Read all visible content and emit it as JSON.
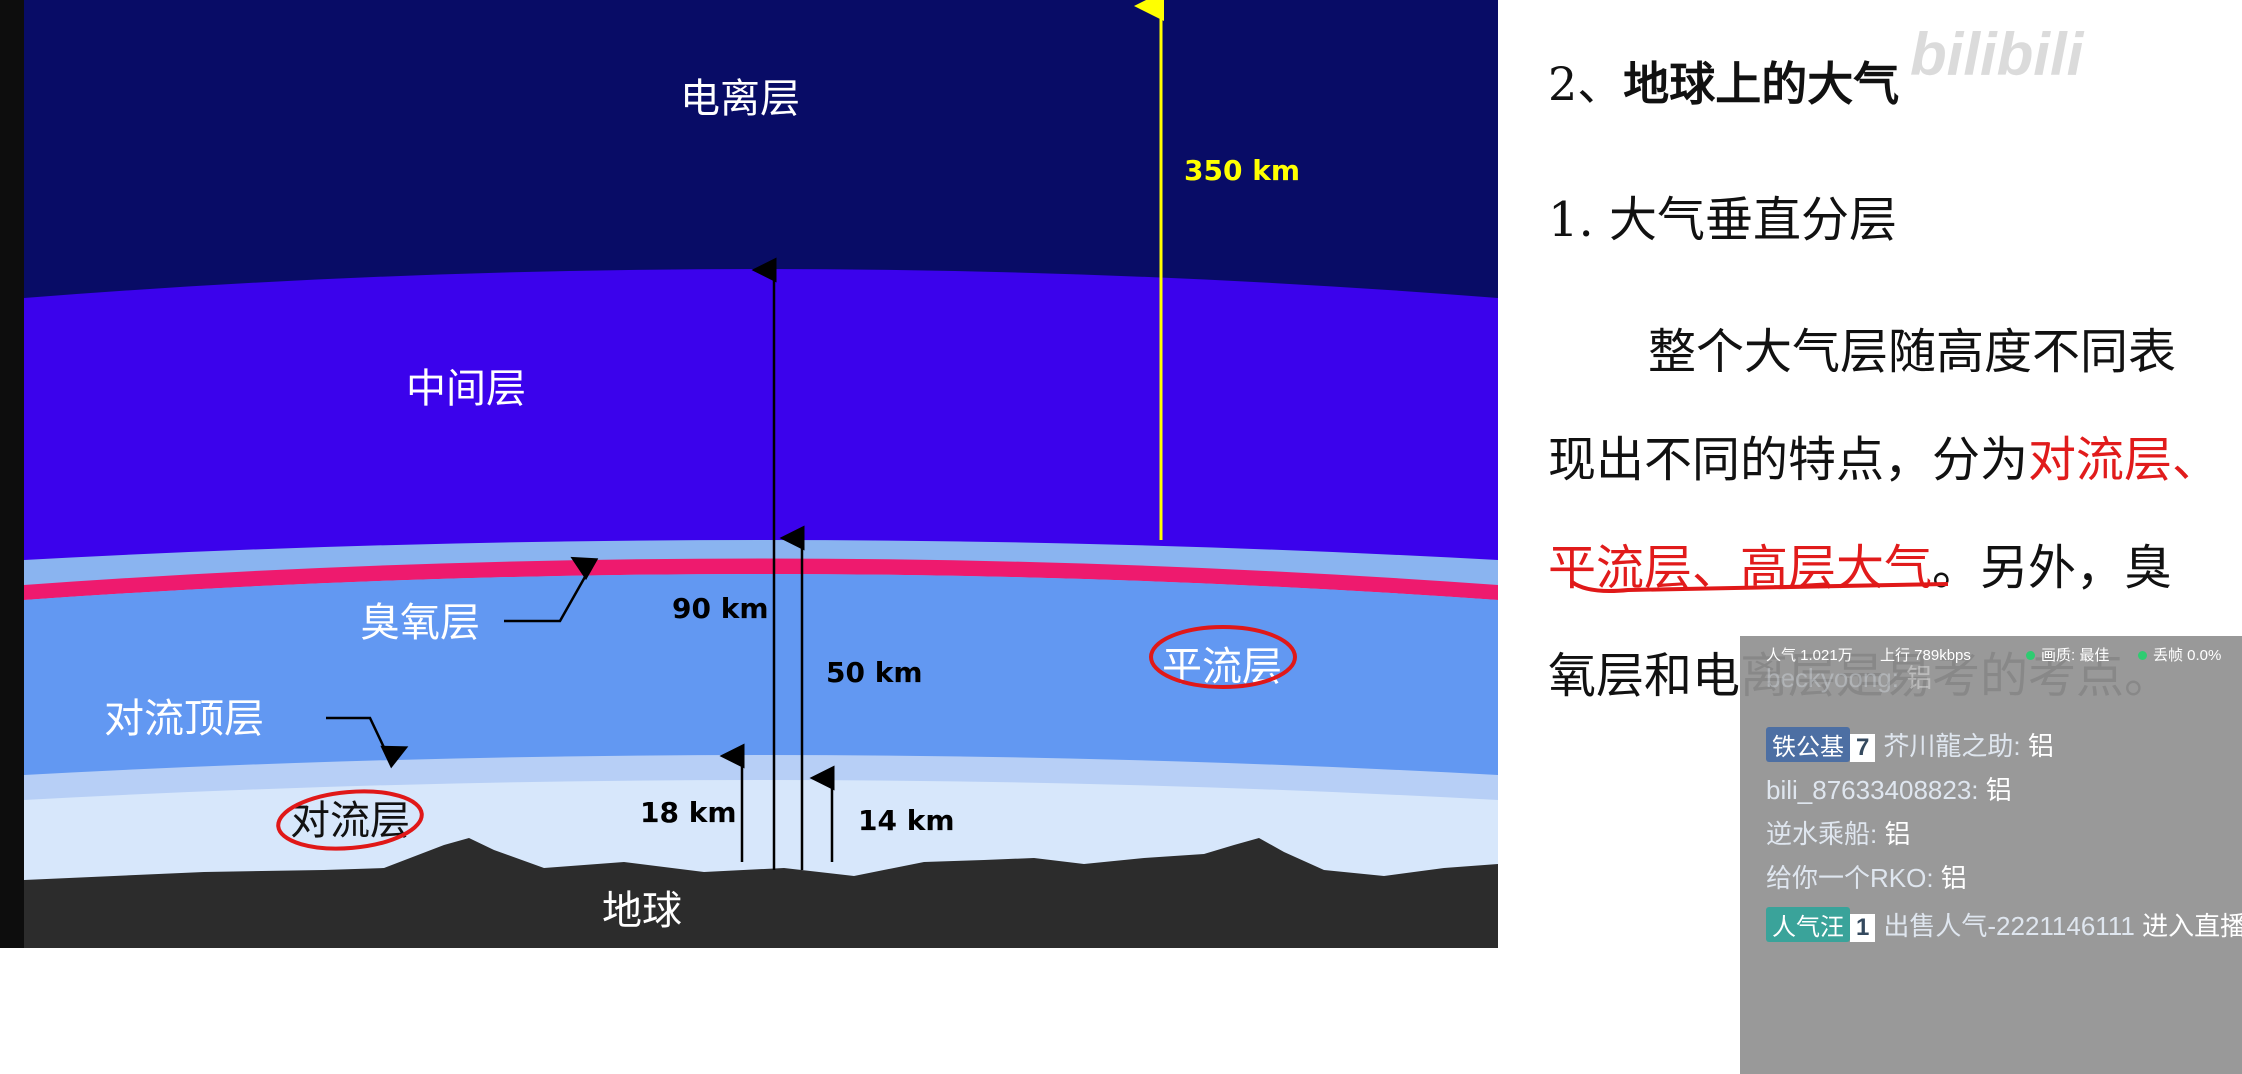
{
  "diagram": {
    "layers": {
      "ionosphere": "电离层",
      "mesosphere": "中间层",
      "ozone": "臭氧层",
      "stratosphere": "平流层",
      "tropopause": "对流顶层",
      "troposphere": "对流层",
      "earth": "地球"
    },
    "altitudes": {
      "a350": "350 km",
      "a90": "90 km",
      "a50": "50 km",
      "a18": "18 km",
      "a14": "14 km"
    },
    "colors": {
      "ionosphere": "#080c66",
      "mesosphere": "#3b02ec",
      "ozone_band": "#ee1a6e",
      "stratosphere": "#6298f2",
      "troposphere": "#d7e7fb",
      "earth": "#2c2c2c",
      "annotation": "#e01818",
      "arrow_350": "#ffff00"
    }
  },
  "slide": {
    "heading_num": "2、",
    "heading": "地球上的大气",
    "subheading": "1. 大气垂直分层",
    "para_line1": "整个大气层随高度不同表",
    "para_line2a": "现出不同的特点，分为",
    "para_line2b": "对流层、",
    "para_line3a": "平流层、高层大气",
    "para_line3b": "。另外，臭",
    "para_line4": "氧层和电离层是易考的考点。"
  },
  "watermark": "bilibili",
  "chat": {
    "stats": {
      "popularity": "人气 1.021万",
      "upload": "上行 789kbps",
      "quality": "画质: 最佳",
      "drop": "丢帧 0.0%"
    },
    "messages": [
      {
        "badge": "",
        "level": "",
        "user": "beckyoong:",
        "text": "铝"
      },
      {
        "badge": "铁公基",
        "level": "7",
        "user": "芥川龍之助:",
        "text": "铝"
      },
      {
        "badge": "",
        "level": "",
        "user": "bili_87633408823:",
        "text": "铝"
      },
      {
        "badge": "",
        "level": "",
        "user": "逆水乘船:",
        "text": "铝"
      },
      {
        "badge": "",
        "level": "",
        "user": "给你一个RKO:",
        "text": "铝"
      },
      {
        "badge": "人气汪",
        "level": "1",
        "user": "出售人气-2221146111",
        "text": "进入直播间"
      }
    ],
    "badge_colors": {
      "铁公基": "#4d6fa3",
      "人气汪": "#3aa39a"
    }
  }
}
